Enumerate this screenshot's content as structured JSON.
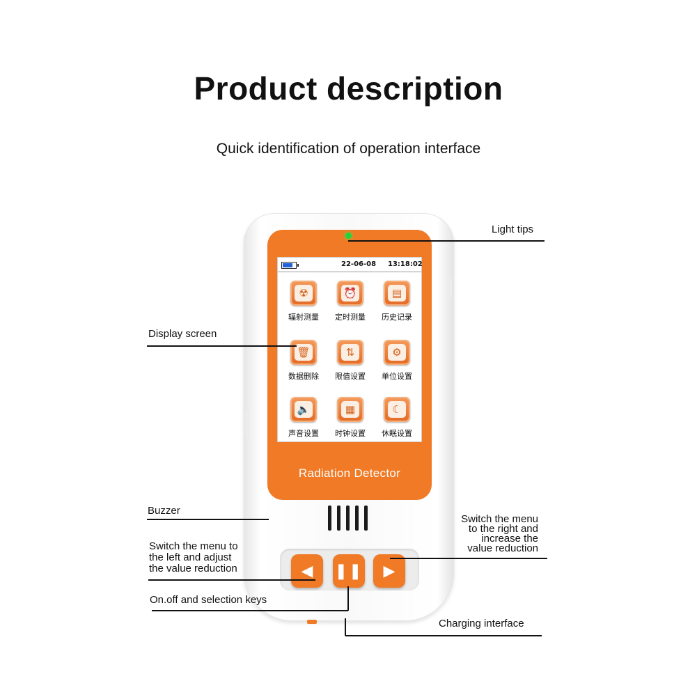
{
  "header": {
    "title": "Product description",
    "subtitle": "Quick identification of operation interface"
  },
  "annotations": {
    "light_tips": "Light tips",
    "display_screen": "Display screen",
    "buzzer": "Buzzer",
    "right_key": [
      "Switch the menu",
      "to the right and",
      "increase the",
      "value reduction"
    ],
    "left_key": [
      "Switch the menu to",
      "the left and adjust",
      "the value reduction"
    ],
    "onoff": "On.off and selection keys",
    "charging": "Charging interface"
  },
  "screen": {
    "date": "22-06-08",
    "time": "13:18:02",
    "apps": [
      {
        "label": "辐射测量",
        "icon": "radiation-icon",
        "glyph": "☢"
      },
      {
        "label": "定时测量",
        "icon": "alarm-clock-icon",
        "glyph": "⏰"
      },
      {
        "label": "历史记录",
        "icon": "history-document-icon",
        "glyph": "▤"
      },
      {
        "label": "数据删除",
        "icon": "trash-icon",
        "glyph": "🗑"
      },
      {
        "label": "限值设置",
        "icon": "sliders-icon",
        "glyph": "⇅"
      },
      {
        "label": "单位设置",
        "icon": "gear-icon",
        "glyph": "⚙"
      },
      {
        "label": "声音设置",
        "icon": "speaker-icon",
        "glyph": "🔈"
      },
      {
        "label": "时钟设置",
        "icon": "calendar-clock-icon",
        "glyph": "▦"
      },
      {
        "label": "休眠设置",
        "icon": "moon-icon",
        "glyph": "☾"
      }
    ]
  },
  "device": {
    "brand": "Radiation Detector",
    "accent_color": "#f07a25",
    "led_color": "#22d43a"
  }
}
